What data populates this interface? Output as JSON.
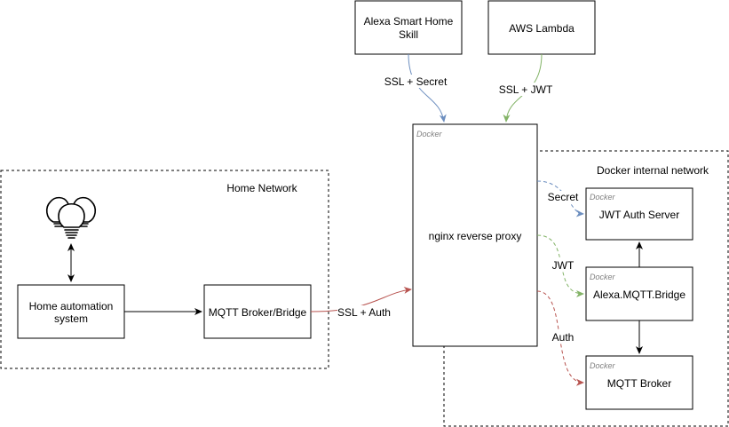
{
  "groups": {
    "home_network": "Home Network",
    "docker_internal": "Docker internal network"
  },
  "nodes": {
    "alexa_skill_line1": "Alexa Smart Home",
    "alexa_skill_line2": "Skill",
    "aws_lambda": "AWS Lambda",
    "nginx": "nginx reverse proxy",
    "nginx_tag": "Docker",
    "jwt_server": "JWT Auth Server",
    "jwt_tag": "Docker",
    "bridge": "Alexa.MQTT.Bridge",
    "bridge_tag": "Docker",
    "mqtt_broker": "MQTT Broker",
    "mqtt_broker_tag": "Docker",
    "home_automation_line1": "Home automation",
    "home_automation_line2": "system",
    "mqtt_bridge_home": "MQTT Broker/Bridge"
  },
  "edges": {
    "skill_to_proxy": "SSL + Secret",
    "lambda_to_proxy": "SSL + JWT",
    "home_to_proxy": "SSL + Auth",
    "proxy_to_jwt": "Secret",
    "proxy_to_bridge": "JWT",
    "proxy_to_broker": "Auth"
  },
  "colors": {
    "blue": "#6c8ebf",
    "green": "#82b366",
    "red": "#b85450",
    "black": "#000000",
    "tag_gray": "#808080"
  },
  "icons": {
    "lights": "light-bulbs-icon"
  }
}
